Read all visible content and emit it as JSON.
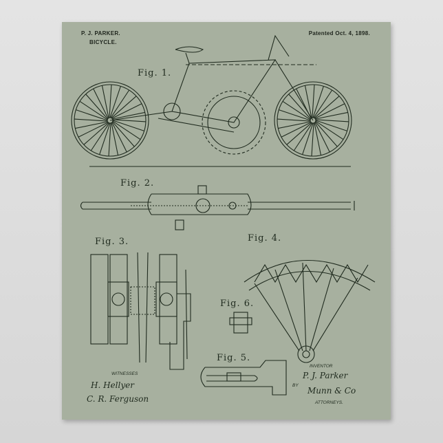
{
  "header": {
    "inventor_name": "P. J. PARKER.",
    "title": "BICYCLE.",
    "patent_date": "Patented Oct. 4, 1898."
  },
  "figures": [
    "Fig. 1.",
    "Fig. 2.",
    "Fig. 3.",
    "Fig. 4.",
    "Fig. 5.",
    "Fig. 6."
  ],
  "footer": {
    "witnesses_label": "WITNESSES",
    "witness_signatures": [
      "H. Hellyer",
      "C. R. Ferguson"
    ],
    "inventor_label": "INVENTOR",
    "inventor_signature": "P. J. Parker",
    "by_label": "BY",
    "attorney_signature": "Munn & Co",
    "attorneys_label": "ATTORNEYS."
  },
  "colors": {
    "poster": "#a7b09f",
    "ink": "#1f2a1e",
    "background": "#dcdcdc"
  }
}
